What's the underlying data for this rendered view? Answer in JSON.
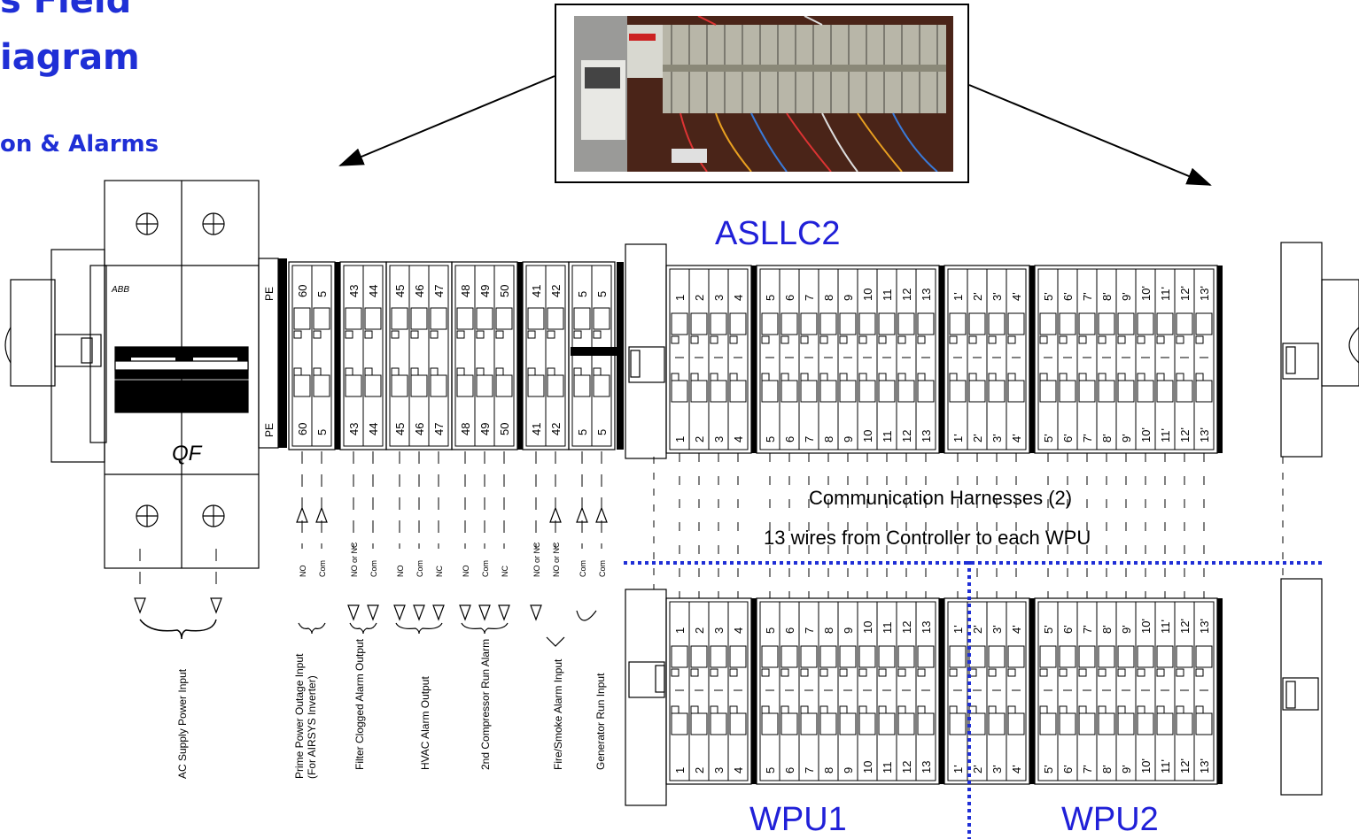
{
  "header": {
    "title_line1": "s Field",
    "title_line2": "iagram",
    "subtitle": "on & Alarms"
  },
  "photo_caption_hidden": "",
  "labels": {
    "aslcc2": "ASLLC2",
    "wpu1": "WPU1",
    "wpu2": "WPU2",
    "comm1": "Communication Harnesses (2)",
    "comm2": "13 wires from Controller to each WPU"
  },
  "breaker": {
    "brand": "ABB",
    "name": "QF",
    "pe_label": "PE"
  },
  "left_terminals": [
    {
      "group": "prime",
      "numbers": [
        "60",
        "5"
      ],
      "signals": [
        "NO",
        "Com"
      ]
    },
    {
      "group": "filter",
      "numbers": [
        "43",
        "44"
      ],
      "signals": [
        "NO or NC",
        "Com"
      ]
    },
    {
      "group": "hvac",
      "numbers": [
        "45",
        "46",
        "47"
      ],
      "signals": [
        "NO",
        "Com",
        "NC"
      ]
    },
    {
      "group": "compressor",
      "numbers": [
        "48",
        "49",
        "50"
      ],
      "signals": [
        "NO",
        "Com",
        "NC"
      ]
    },
    {
      "group": "fire",
      "numbers": [
        "41",
        "42"
      ],
      "signals": [
        "NO or NC",
        "NO or NC"
      ]
    },
    {
      "group": "generator",
      "numbers": [
        "5",
        "5"
      ],
      "signals": [
        "Com",
        "Com"
      ]
    }
  ],
  "input_labels": [
    "AC Supply Power Input",
    "Prime Power Outage Input",
    "(For AIRSYS Inverter)",
    "Filter Clogged Alarm Output",
    "HVAC Alarm Output",
    "2nd Compressor Run Alarm",
    "Fire/Smoke Alarm Input",
    "Generator Run Input"
  ],
  "comm_terminals": [
    "1",
    "2",
    "3",
    "4",
    "5",
    "6",
    "7",
    "8",
    "9",
    "10",
    "11",
    "12",
    "13"
  ],
  "comm_terminals_primed": [
    "1'",
    "2'",
    "3'",
    "4'",
    "5'",
    "6'",
    "7'",
    "8'",
    "9'",
    "10'",
    "11'",
    "12'",
    "13'"
  ]
}
